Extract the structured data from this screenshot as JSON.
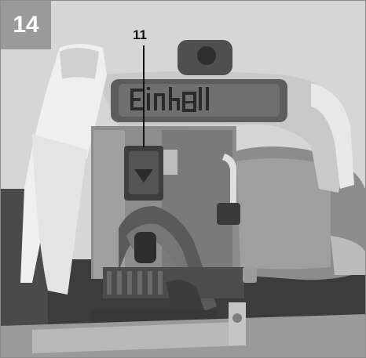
{
  "figure": {
    "number": "14",
    "callout_label": "11",
    "brand_text": "Einhell"
  },
  "colors": {
    "badge": "#9a9a9a",
    "background": "#d9d9d9"
  }
}
